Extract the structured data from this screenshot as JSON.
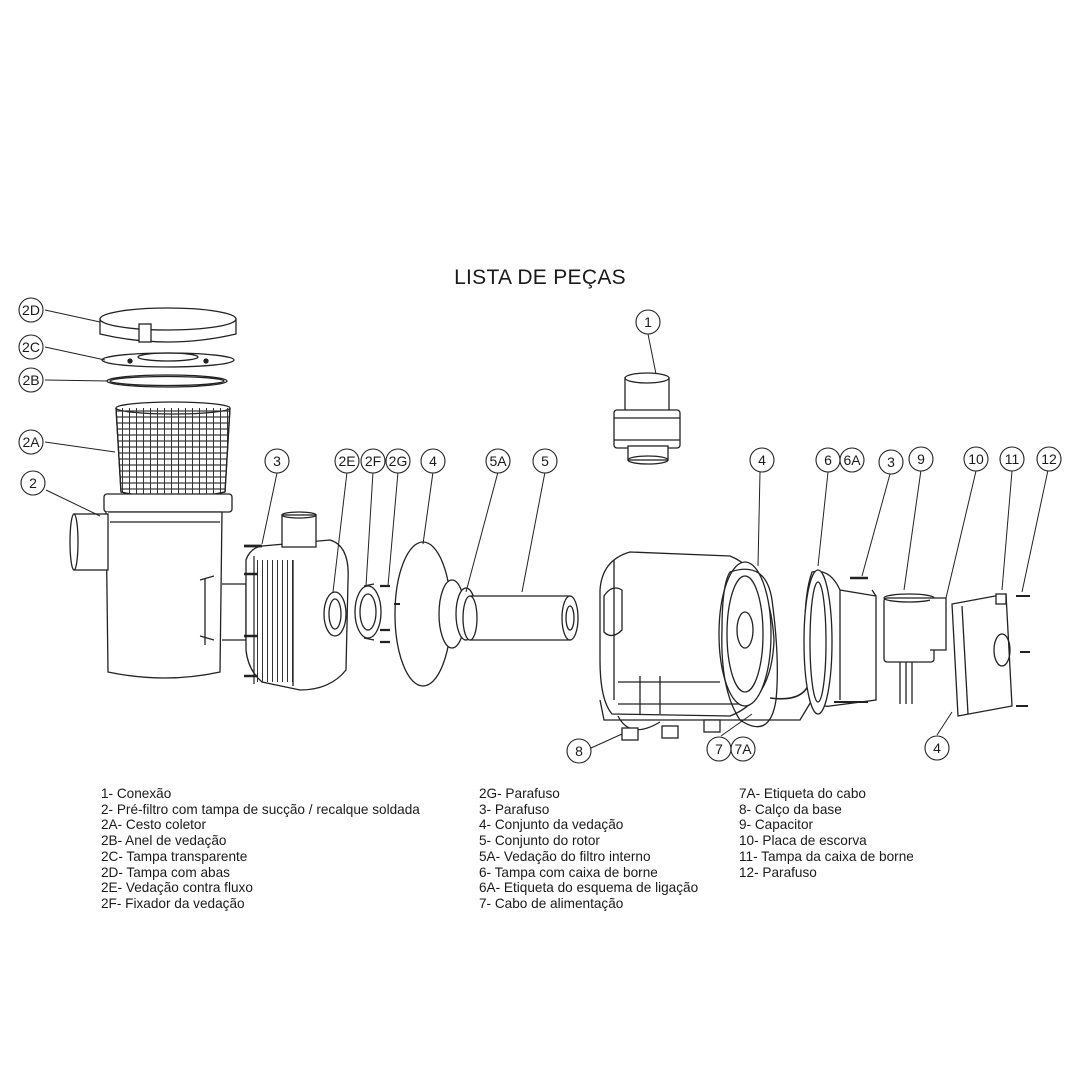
{
  "title": "LISTA DE PEÇAS",
  "callouts": [
    "2D",
    "2C",
    "2B",
    "2A",
    "2",
    "3",
    "2E",
    "2F",
    "2G",
    "4",
    "5A",
    "5",
    "1",
    "4",
    "6",
    "6A",
    "3",
    "9",
    "10",
    "11",
    "12",
    "8",
    "7",
    "7A",
    "4"
  ],
  "legend": {
    "col1": [
      "1-   Conexão",
      "2-   Pré-filtro com tampa de sucção / recalque soldada",
      "2A- Cesto coletor",
      "2B- Anel de vedação",
      "2C- Tampa transparente",
      "2D- Tampa com abas",
      "2E- Vedação contra fluxo",
      "2F- Fixador da vedação"
    ],
    "col2": [
      "2G- Parafuso",
      "3-    Parafuso",
      "4-   Conjunto da vedação",
      "5-   Conjunto do rotor",
      "5A- Vedação do filtro interno",
      "6-   Tampa com caixa de borne",
      "6A- Etiqueta do esquema de ligação",
      "7-   Cabo de alimentação"
    ],
    "col3": [
      "7A- Etiqueta do cabo",
      "8-   Calço da base",
      "9-   Capacitor",
      "10- Placa de escorva",
      "11- Tampa da caixa de borne",
      "12- Parafuso"
    ]
  }
}
